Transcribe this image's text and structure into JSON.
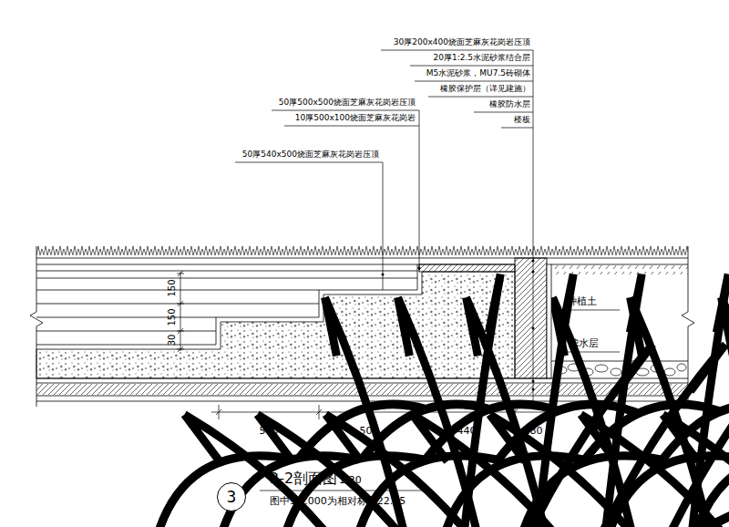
{
  "diagram": {
    "title": "2-2剖面图",
    "caption": "图中±0.000为相对标高22.95",
    "nodes": [
      {
        "text": [
          "3"
        ]
      }
    ],
    "labels": [
      "30厚200x400烧面芝麻灰花岗岩压顶",
      "20厚1:2.5水泥砂浆结合层",
      "M5水泥砂浆，MU7.5砖砌体",
      "橡胶保护层（详见建施）",
      "橡胶防水层",
      "楼板",
      "50厚500x500烧面芝麻灰花岗岩压顶",
      "10厚500x100烧面芝麻灰花岗岩",
      "50厚540x500烧面芝麻灰花岗岩压顶",
      "种植土",
      "滤水层",
      "150",
      "150",
      "30",
      "500",
      "500",
      "440",
      "180",
      "1:20"
    ]
  }
}
